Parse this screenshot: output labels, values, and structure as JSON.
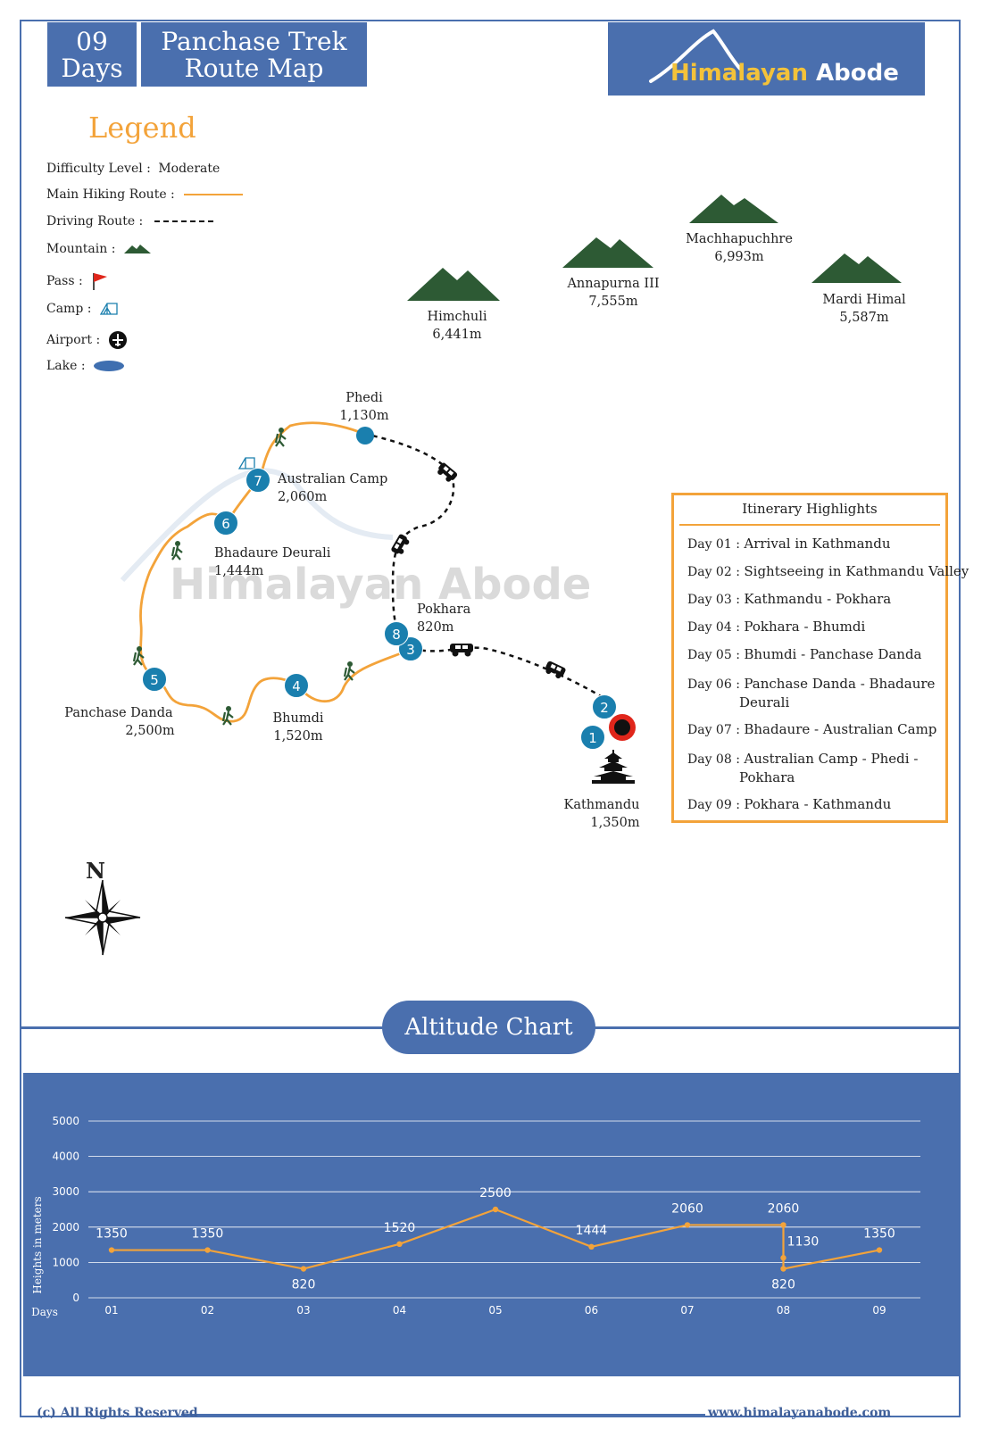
{
  "header": {
    "days_number": "09",
    "days_label": "Days",
    "title_line1": "Panchase Trek",
    "title_line2": "Route Map",
    "brand_name_part1": "Himalayan",
    "brand_name_part2": "Abode"
  },
  "legend": {
    "title": "Legend",
    "difficulty_label": "Difficulty Level :",
    "difficulty_value": "Moderate",
    "main_route_label": "Main Hiking Route :",
    "driving_route_label": "Driving Route :",
    "mountain_label": "Mountain :",
    "pass_label": "Pass :",
    "camp_label": "Camp :",
    "airport_label": "Airport :",
    "lake_label": "Lake :"
  },
  "mountains": [
    {
      "name": "Himchuli",
      "elevation": "6,441m"
    },
    {
      "name": "Annapurna III",
      "elevation": "7,555m"
    },
    {
      "name": "Machhapuchhre",
      "elevation": "6,993m"
    },
    {
      "name": "Mardi Himal",
      "elevation": "5,587m"
    }
  ],
  "places": {
    "phedi": {
      "name": "Phedi",
      "elevation": "1,130m"
    },
    "australian_camp": {
      "name": "Australian Camp",
      "elevation": "2,060m"
    },
    "bhadaure_deurali": {
      "name": "Bhadaure Deurali",
      "elevation": "1,444m"
    },
    "pokhara": {
      "name": "Pokhara",
      "elevation": "820m"
    },
    "panchase_danda": {
      "name": "Panchase Danda",
      "elevation": "2,500m"
    },
    "bhumdi": {
      "name": "Bhumdi",
      "elevation": "1,520m"
    },
    "kathmandu": {
      "name": "Kathmandu",
      "elevation": "1,350m"
    }
  },
  "day_markers": [
    "1",
    "2",
    "3",
    "4",
    "5",
    "6",
    "7",
    "8"
  ],
  "compass_label": "N",
  "watermark": "Himalayan Abode",
  "itinerary": {
    "title": "Itinerary Highlights",
    "items": [
      {
        "day": "Day 01 :",
        "text": "Arrival in Kathmandu"
      },
      {
        "day": "Day 02 :",
        "text": "Sightseeing in Kathmandu Valley"
      },
      {
        "day": "Day 03 :",
        "text": "Kathmandu - Pokhara"
      },
      {
        "day": "Day 04 :",
        "text": "Pokhara - Bhumdi"
      },
      {
        "day": "Day 05 :",
        "text": "Bhumdi - Panchase Danda"
      },
      {
        "day": "Day 06 :",
        "text": "Panchase Danda - Bhadaure",
        "text2": "Deurali"
      },
      {
        "day": "Day 07 :",
        "text": "Bhadaure - Australian Camp"
      },
      {
        "day": "Day 08 :",
        "text": "Australian Camp - Phedi -",
        "text2": "Pokhara"
      },
      {
        "day": "Day 09 :",
        "text": "Pokhara - Kathmandu"
      }
    ]
  },
  "altitude_section_title": "Altitude Chart",
  "chart_data": {
    "type": "line",
    "ylabel": "Heights in meters",
    "xlabel": "Days",
    "ylim": [
      0,
      5000
    ],
    "yticks": [
      0,
      1000,
      2000,
      3000,
      4000,
      5000
    ],
    "categories": [
      "01",
      "02",
      "03",
      "04",
      "05",
      "06",
      "07",
      "08",
      "09"
    ],
    "points": [
      {
        "x": "01",
        "y": 1350,
        "label": "1350"
      },
      {
        "x": "02",
        "y": 1350,
        "label": "1350"
      },
      {
        "x": "03",
        "y": 820,
        "label": "820"
      },
      {
        "x": "04",
        "y": 1520,
        "label": "1520"
      },
      {
        "x": "05",
        "y": 2500,
        "label": "2500"
      },
      {
        "x": "06",
        "y": 1444,
        "label": "1444"
      },
      {
        "x": "07",
        "y": 2060,
        "label": "2060"
      },
      {
        "x": "08",
        "y": 2060,
        "label": "2060"
      },
      {
        "x": "08",
        "y": 1130,
        "label": "1130"
      },
      {
        "x": "08",
        "y": 820,
        "label": "820"
      },
      {
        "x": "09",
        "y": 1350,
        "label": "1350"
      }
    ],
    "line_color": "#f3a33a",
    "background_color": "#4a6fae",
    "grid": true
  },
  "footer": {
    "copyright": "(c) All Rights Reserved",
    "website": "www.himalayanabode.com"
  },
  "colors": {
    "brand_blue": "#4a6fae",
    "route_orange": "#f3a33a",
    "marker_blue": "#1a7fae",
    "mountain_green": "#2d5a34",
    "pass_red": "#e0261b"
  },
  "icons": {
    "mountain": "mountain-icon",
    "pass": "flag-icon",
    "camp": "tent-icon",
    "airport": "airplane-icon",
    "lake": "lake-icon",
    "hiker": "hiker-icon",
    "car": "car-icon",
    "temple": "temple-icon",
    "compass": "compass-rose-icon"
  }
}
